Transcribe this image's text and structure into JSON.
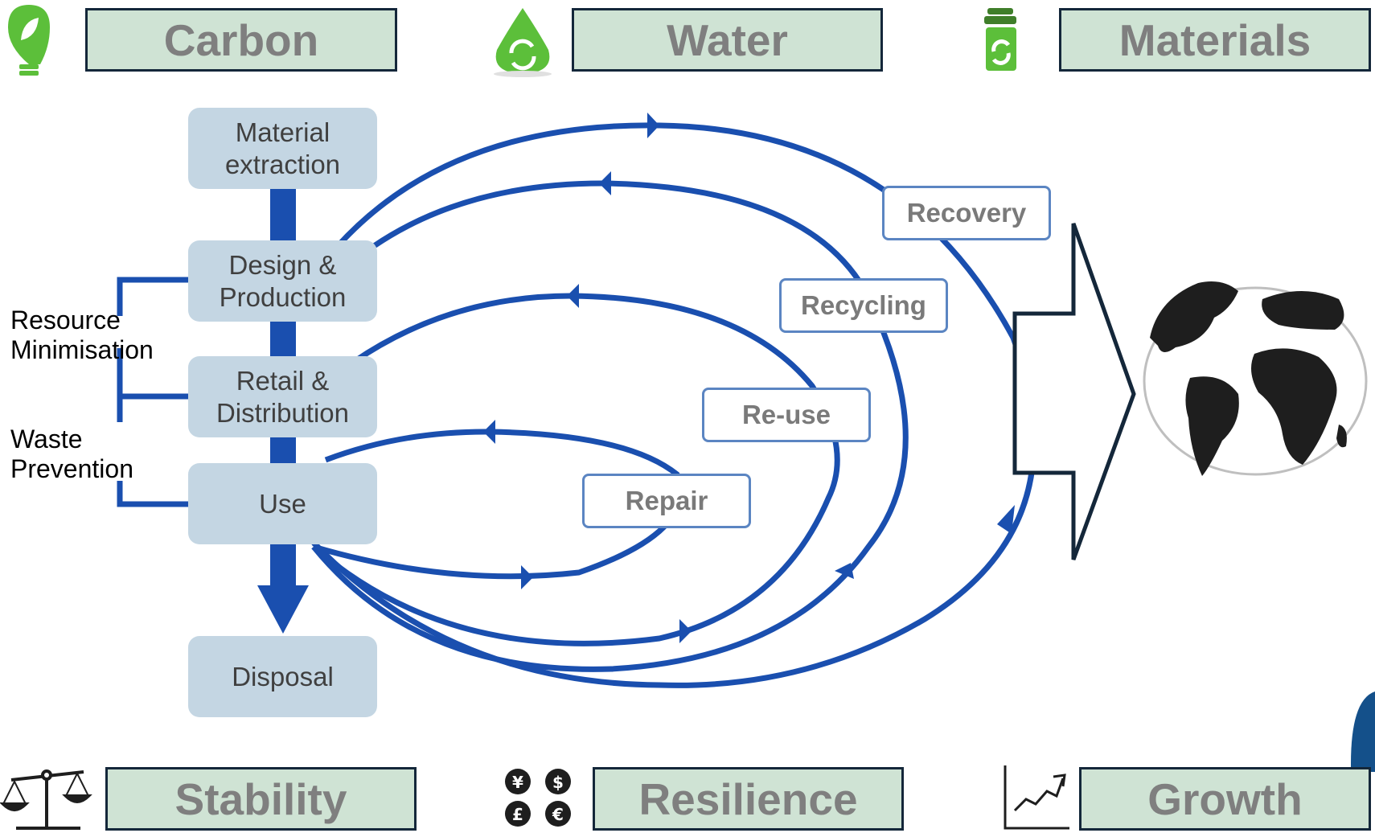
{
  "themes": {
    "carbon": "Carbon",
    "water": "Water",
    "materials": "Materials",
    "stability": "Stability",
    "resilience": "Resilience",
    "growth": "Growth"
  },
  "stages": {
    "extraction": "Material\nextraction",
    "design": "Design &\nProduction",
    "retail": "Retail &\nDistribution",
    "use": "Use",
    "disposal": "Disposal"
  },
  "loops": {
    "recovery": "Recovery",
    "recycling": "Recycling",
    "reuse": "Re-use",
    "repair": "Repair"
  },
  "side_labels": {
    "resource": "Resource\nMinimisation",
    "waste": "Waste\nPrevention"
  },
  "currency_symbols": [
    "¥",
    "$",
    "£",
    "€"
  ],
  "icons": {
    "carbon": "lightbulb-leaf-icon",
    "water": "water-drop-recycle-icon",
    "materials": "recycle-bin-icon",
    "stability": "balance-scale-icon",
    "resilience": "currency-coins-icon",
    "growth": "growth-chart-icon",
    "world": "globe-icon"
  },
  "colors": {
    "flow": "#1a4faf",
    "theme_fill": "#cfe3d4",
    "stage_fill": "#c4d6e3",
    "icon_green": "#5cbf3a"
  }
}
